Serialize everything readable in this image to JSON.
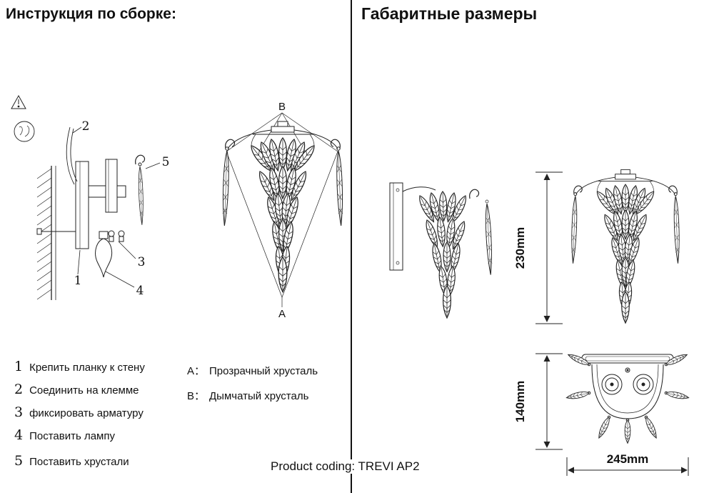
{
  "page": {
    "left_title": "Инструкция по сборке:",
    "right_title": "Габаритные размеры",
    "product_coding": "Product coding: TREVI AP2"
  },
  "steps": [
    {
      "num": "1",
      "text": "Крепить планку к стену"
    },
    {
      "num": "2",
      "text": "Соединить на клемме"
    },
    {
      "num": "3",
      "text": "фиксировать арматуру"
    },
    {
      "num": "4",
      "text": "Поставить лампу"
    },
    {
      "num": "5",
      "text": "Поставить хрустали"
    }
  ],
  "legend": [
    {
      "key": "A：",
      "text": "Прозрачный хрусталь"
    },
    {
      "key": "B：",
      "text": "Дымчатый хрусталь"
    }
  ],
  "callouts": {
    "c1": "1",
    "c2": "2",
    "c3": "3",
    "c4": "4",
    "c5": "5",
    "a": "A",
    "b": "B"
  },
  "dimensions": {
    "height": "230mm",
    "depth": "140mm",
    "width": "245mm"
  },
  "colors": {
    "ink": "#222222",
    "paper": "#ffffff"
  }
}
